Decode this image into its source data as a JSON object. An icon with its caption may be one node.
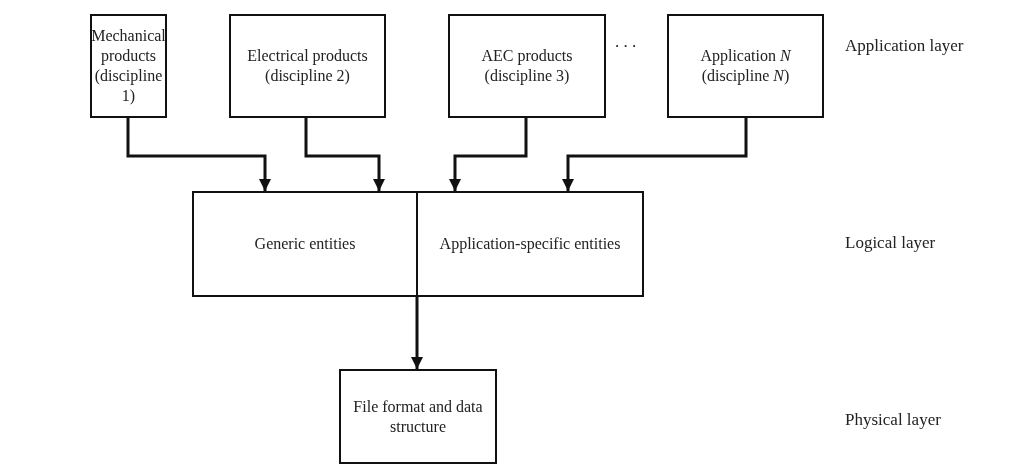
{
  "diagram": {
    "nodes": [
      {
        "text": [
          "Mechanical products (discipline 1)"
        ]
      },
      {
        "text": [
          "Electrical products (discipline 2)"
        ]
      },
      {
        "text": [
          "AEC products (discipline 3)"
        ]
      },
      {
        "text": [
          "Application *N* (discipline *N*)"
        ]
      },
      {
        "text": [
          "Generic entities"
        ]
      },
      {
        "text": [
          "Application-specific entities"
        ]
      },
      {
        "text": [
          "File format and data structure"
        ]
      }
    ],
    "edges": [
      {
        "from": 0,
        "to": 4,
        "arrow": "to"
      },
      {
        "from": 1,
        "to": 4,
        "arrow": "to"
      },
      {
        "from": 2,
        "to": 5,
        "arrow": "to"
      },
      {
        "from": 3,
        "to": 5,
        "arrow": "to"
      },
      {
        "from": 4,
        "to": 6,
        "arrow": "to"
      },
      {
        "from": 5,
        "to": 6,
        "arrow": "to"
      }
    ],
    "labels": [
      "Application layer",
      ". . .",
      "Logical layer",
      "Physical layer"
    ]
  }
}
